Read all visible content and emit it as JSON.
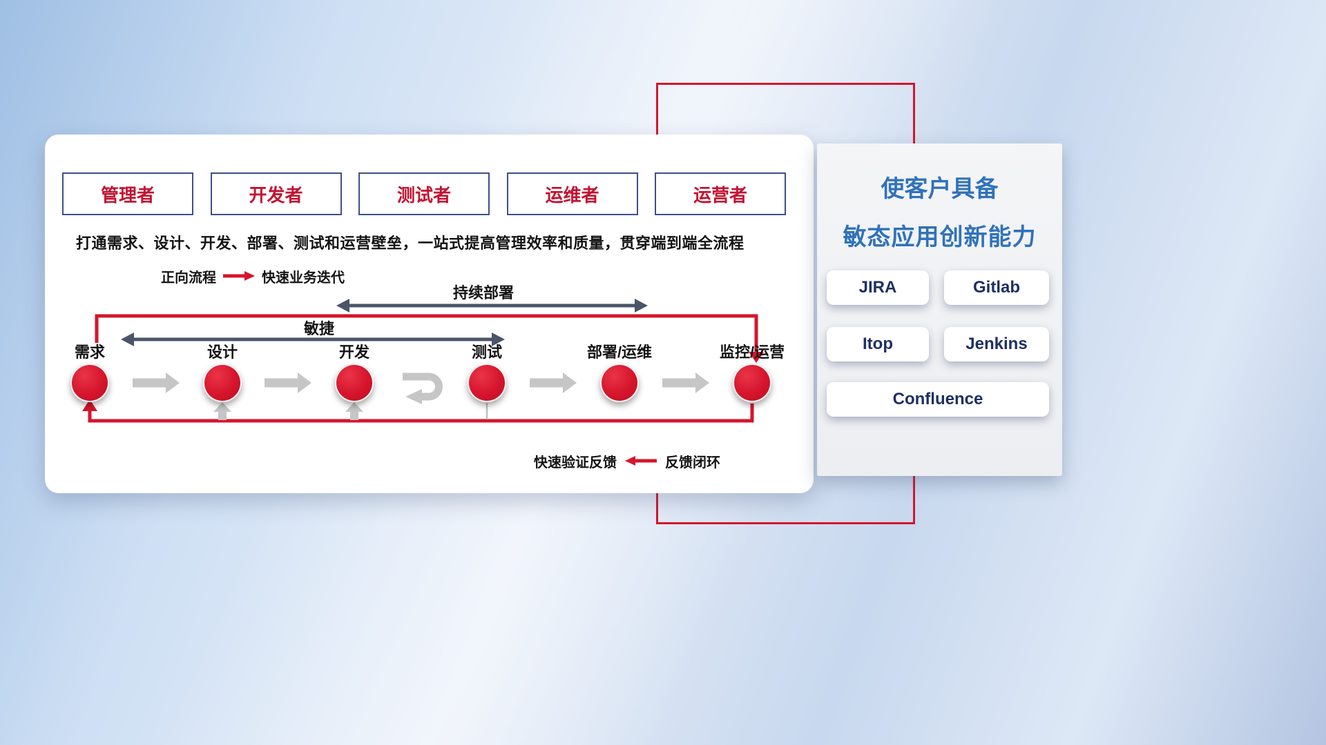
{
  "roles": [
    "管理者",
    "开发者",
    "测试者",
    "运维者",
    "运营者"
  ],
  "subtitle": "打通需求、设计、开发、部署、测试和运营壁垒，一站式提高管理效率和质量，贯穿端到端全流程",
  "legend_forward": {
    "label": "正向流程",
    "desc": "快速业务迭代"
  },
  "labels": {
    "continuous_deploy": "持续部署",
    "agile": "敏捷"
  },
  "stages": [
    "需求",
    "设计",
    "开发",
    "测试",
    "部署/运维",
    "监控/运营"
  ],
  "legend_feedback": {
    "desc": "快速验证反馈",
    "label": "反馈闭环"
  },
  "right_panel": {
    "title_line1": "使客户具备",
    "title_line2": "敏态应用创新能力",
    "tools": [
      "JIRA",
      "Gitlab",
      "Itop",
      "Jenkins",
      "Confluence"
    ]
  },
  "colors": {
    "accent_red": "#d5152c",
    "title_blue": "#2f72ba",
    "arrow_dark": "#4a5568",
    "arrow_gray": "#c6c6c6",
    "role_text_red": "#c41230",
    "role_border_blue": "#3e4f86",
    "tool_text_navy": "#1d3064"
  }
}
